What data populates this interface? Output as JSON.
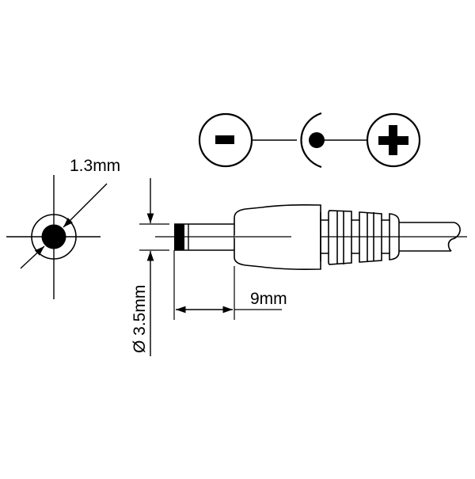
{
  "diagram": {
    "subject": "DC barrel plug connector",
    "colors": {
      "line": "#000000",
      "background": "#ffffff"
    },
    "polarity_symbol": {
      "negative_label": "-",
      "positive_label": "+",
      "center_pin": "center-positive",
      "outer_terminal_icon": "minus-circle-icon",
      "inner_terminal_icon": "plus-circle-icon"
    },
    "end_view": {
      "inner_diameter_label": "1.3mm"
    },
    "side_view": {
      "outer_diameter_label": "Ø 3.5mm",
      "pin_length_label": "9mm"
    }
  }
}
